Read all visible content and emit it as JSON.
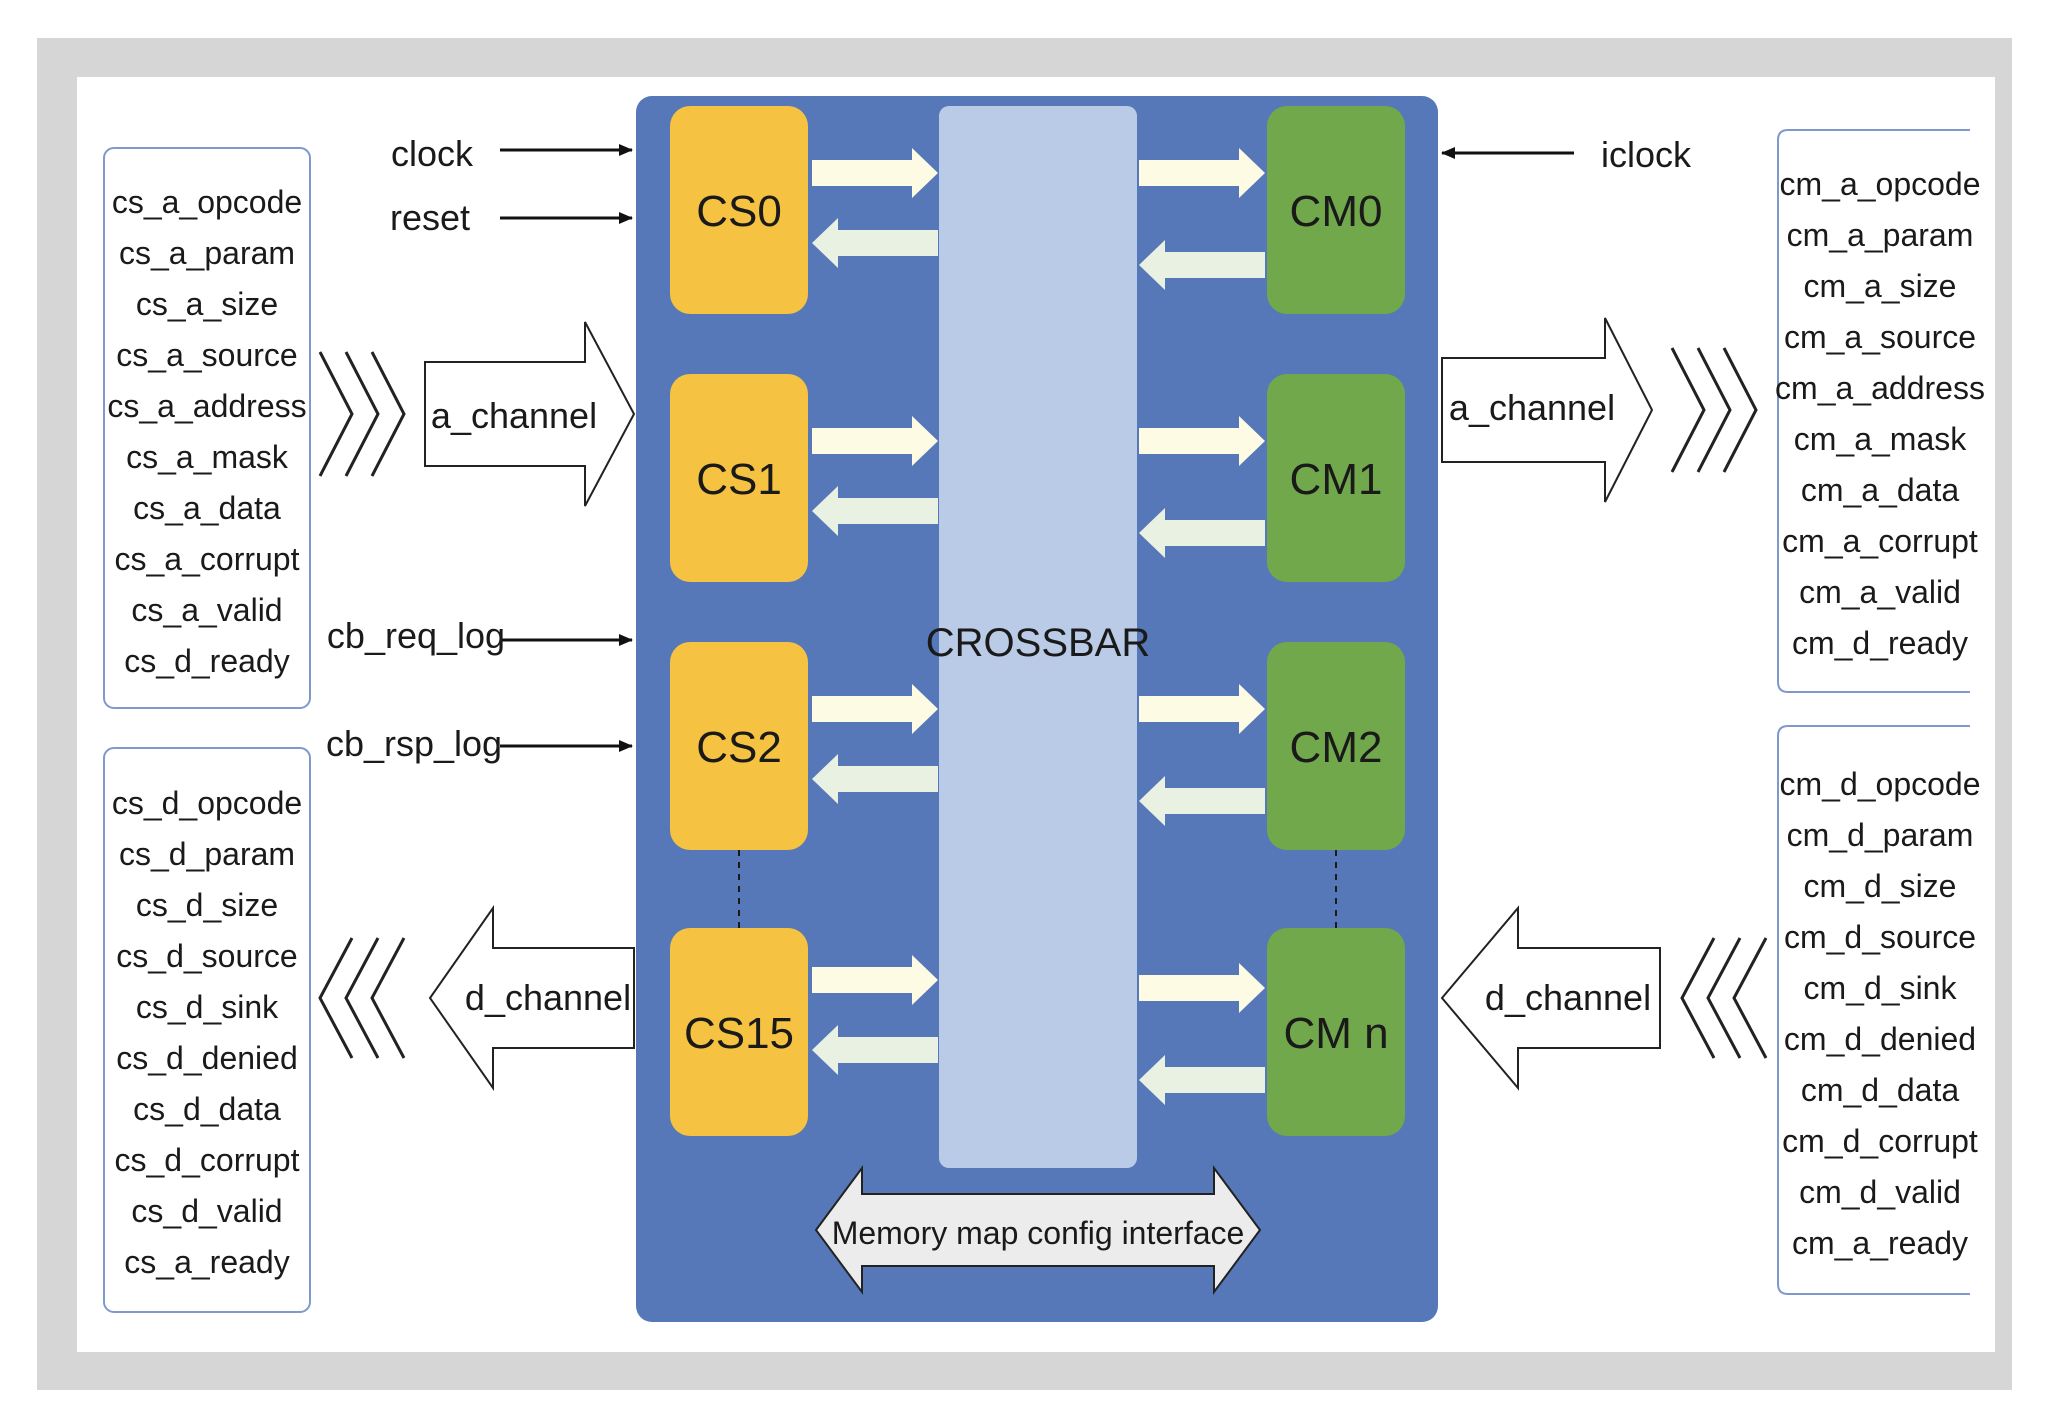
{
  "inputs": {
    "clock": "clock",
    "reset": "reset",
    "cb_req_log": "cb_req_log",
    "cb_rsp_log": "cb_rsp_log",
    "iclock": "iclock"
  },
  "channels": {
    "left_a": "a_channel",
    "left_d": "d_channel",
    "right_a": "a_channel",
    "right_d": "d_channel"
  },
  "crossbar_label": "CROSSBAR",
  "config_label": "Memory map config interface",
  "slaves": [
    "CS0",
    "CS1",
    "CS2",
    "CS15"
  ],
  "masters": [
    "CM0",
    "CM1",
    "CM2",
    "CM n"
  ],
  "cs_a_signals": [
    "cs_a_opcode",
    "cs_a_param",
    "cs_a_size",
    "cs_a_source",
    "cs_a_address",
    "cs_a_mask",
    "cs_a_data",
    "cs_a_corrupt",
    "cs_a_valid",
    "cs_d_ready"
  ],
  "cs_d_signals": [
    "cs_d_opcode",
    "cs_d_param",
    "cs_d_size",
    "cs_d_source",
    "cs_d_sink",
    "cs_d_denied",
    "cs_d_data",
    "cs_d_corrupt",
    "cs_d_valid",
    "cs_a_ready"
  ],
  "cm_a_signals": [
    "cm_a_opcode",
    "cm_a_param",
    "cm_a_size",
    "cm_a_source",
    "cm_a_address",
    "cm_a_mask",
    "cm_a_data",
    "cm_a_corrupt",
    "cm_a_valid",
    "cm_d_ready"
  ],
  "cm_d_signals": [
    "cm_d_opcode",
    "cm_d_param",
    "cm_d_size",
    "cm_d_source",
    "cm_d_sink",
    "cm_d_denied",
    "cm_d_data",
    "cm_d_corrupt",
    "cm_d_valid",
    "cm_a_ready"
  ],
  "colors": {
    "main_block": "#5677b8",
    "crossbar": "#b9cbe6",
    "slave": "#f5c242",
    "master": "#72a84c",
    "arrow_to_crossbar": "#fdfbe3",
    "arrow_from_crossbar": "#e9f1e3",
    "signal_box_border": "#7f99cc"
  }
}
